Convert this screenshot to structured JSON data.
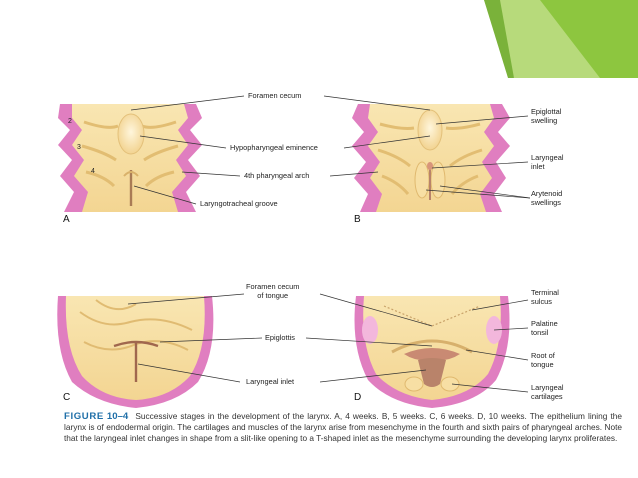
{
  "panels": {
    "a": {
      "letter": "A",
      "arch_numbers": [
        "2",
        "3",
        "4"
      ],
      "labels": {
        "foramen_cecum": "Foramen cecum",
        "hypopharyngeal_eminence": "Hypopharyngeal eminence",
        "fourth_pharyngeal_arch": "4th pharyngeal arch",
        "laryngotracheal_groove": "Laryngotracheal groove"
      }
    },
    "b": {
      "letter": "B",
      "labels": {
        "epiglottal_swelling": "Epiglottal\nswelling",
        "laryngeal_inlet": "Laryngeal\ninlet",
        "arytenoid_swellings": "Arytenoid\nswellings"
      }
    },
    "c": {
      "letter": "C",
      "labels": {
        "foramen_cecum_of_tongue": "Foramen cecum\nof tongue",
        "epiglottis": "Epiglottis",
        "laryngeal_inlet": "Laryngeal inlet"
      }
    },
    "d": {
      "letter": "D",
      "labels": {
        "terminal_sulcus": "Terminal\nsulcus",
        "palatine_tonsil": "Palatine\ntonsil",
        "root_of_tongue": "Root of\ntongue",
        "laryngeal_cartilages": "Laryngeal\ncartilages"
      }
    }
  },
  "caption": {
    "label": "FIGURE",
    "number": "10–4",
    "text": "Successive stages in the development of the larynx. A, 4 weeks. B, 5 weeks. C, 6 weeks. D, 10 weeks. The epithelium lining the larynx is of endodermal origin. The cartilages and muscles of the larynx arise from mesenchyme in the fourth and sixth pairs of pharyngeal arches. Note that the laryngeal inlet changes in shape from a slit-like opening to a T-shaped inlet as the mesenchyme surrounding the developing larynx proliferates."
  },
  "colors": {
    "tissue": "#f8e1a6",
    "tissue_shade": "#e6c178",
    "mucosa": "#e07ec0",
    "mucosa_inner": "#f3b7dc",
    "inlet": "#b9836a",
    "accent_green": "#8dc63f",
    "accent_green_light": "#b7da7b",
    "caption_blue": "#1f6fa8"
  }
}
